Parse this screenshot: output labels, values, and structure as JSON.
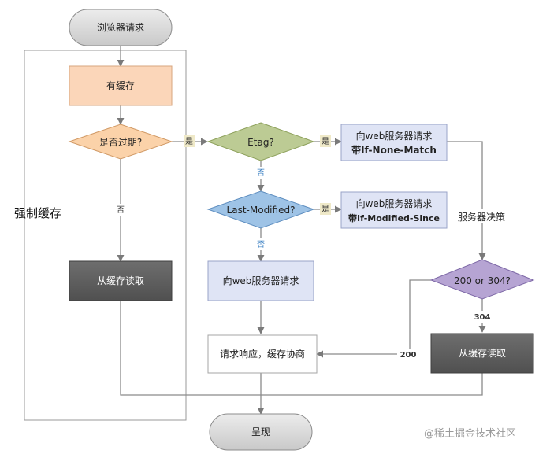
{
  "nodes": {
    "browser_request": "浏览器请求",
    "has_cache": "有缓存",
    "expired_question": "是否过期?",
    "read_cache_left": "从缓存读取",
    "etag_question": "Etag?",
    "request_if_none_match_line1": "向web服务器请求",
    "request_if_none_match_line2": "带If-None-Match",
    "last_modified_question": "Last-Modified?",
    "request_if_modified_since_line1": "向web服务器请求",
    "request_if_modified_since_line2": "带If-Modified-Since",
    "request_server": "向web服务器请求",
    "status_question": "200 or 304?",
    "read_cache_right": "从缓存读取",
    "response_negotiate": "请求响应，缓存协商",
    "present": "呈现"
  },
  "labels": {
    "strong_cache": "强制缓存",
    "server_decision": "服务器决策",
    "yes": "是",
    "no": "否",
    "code_304": "304",
    "code_200": "200"
  },
  "watermark": "@稀土掘金技术社区",
  "colors": {
    "terminal_fill": "#d9d9d9",
    "cache_box_fill": "#fbd6b9",
    "expired_diamond_fill": "#fbd2a9",
    "dark_box_fill": "#5f5f5f",
    "etag_diamond_fill": "#bccb94",
    "request_box_fill": "#dfe4f5",
    "last_modified_diamond_fill": "#9ec3e6",
    "status_diamond_fill": "#b6a4d3",
    "label_tag_fill": "#efe9c8",
    "line_color": "#8a8a8a"
  }
}
